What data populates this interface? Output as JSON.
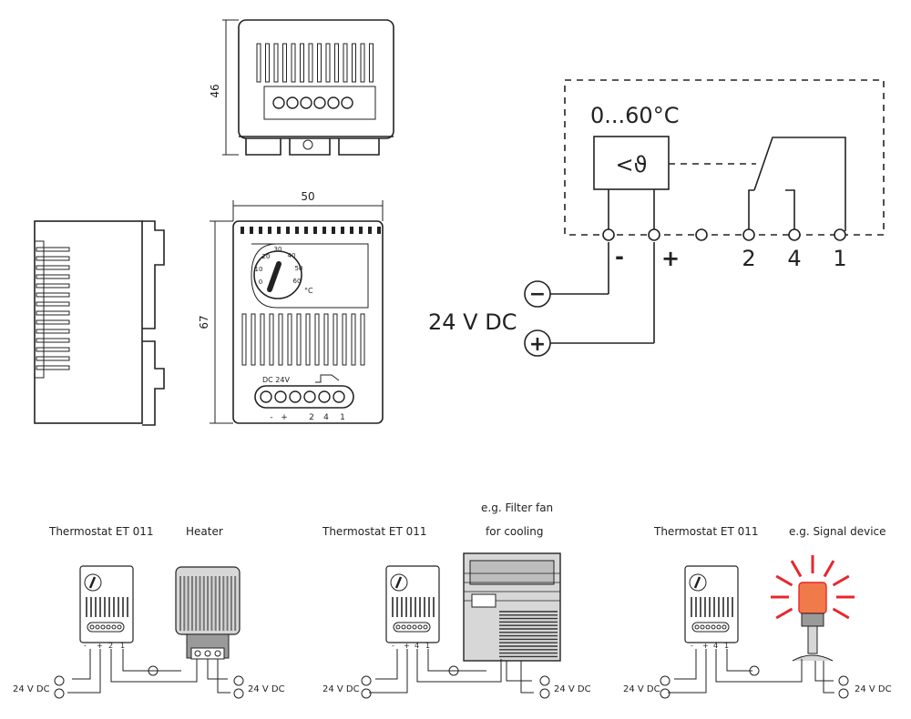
{
  "dimensions": {
    "top_height": "46",
    "front_width": "50",
    "front_height": "67"
  },
  "device_front": {
    "dial_scale": [
      "0",
      "10",
      "20",
      "30",
      "40",
      "50",
      "60"
    ],
    "dial_unit": "°C",
    "supply_label": "DC 24V",
    "terminals": [
      "-",
      "+",
      "2",
      "4",
      "1"
    ]
  },
  "schematic": {
    "range": "0...60°C",
    "sensor_symbol": "<ϑ",
    "supply_label": "24 V DC",
    "minus_sign": "−",
    "plus_sign": "+",
    "terminal_minus": "-",
    "terminal_plus": "+",
    "terminals": [
      "2",
      "4",
      "1"
    ]
  },
  "examples": [
    {
      "thermostat": "Thermostat ET 011",
      "device": "Heater",
      "supply_left": "24 V DC",
      "supply_right": "24 V DC",
      "terminals": [
        "-",
        "+",
        "2",
        "1"
      ]
    },
    {
      "thermostat": "Thermostat  ET  011",
      "device_line1": "e.g. Filter fan",
      "device_line2": "for cooling",
      "supply_left": "24 V DC",
      "supply_right": "24 V DC",
      "terminals": [
        "-",
        "+",
        "4",
        "1"
      ]
    },
    {
      "thermostat": "Thermostat ET 011",
      "device": "e.g. Signal device",
      "supply_left": "24 V DC",
      "supply_right": "24 V DC",
      "terminals": [
        "-",
        "+",
        "4",
        "1"
      ]
    }
  ],
  "colors": {
    "line": "#222222",
    "signal_red": "#e8262d",
    "signal_lens": "#f07a4a"
  }
}
